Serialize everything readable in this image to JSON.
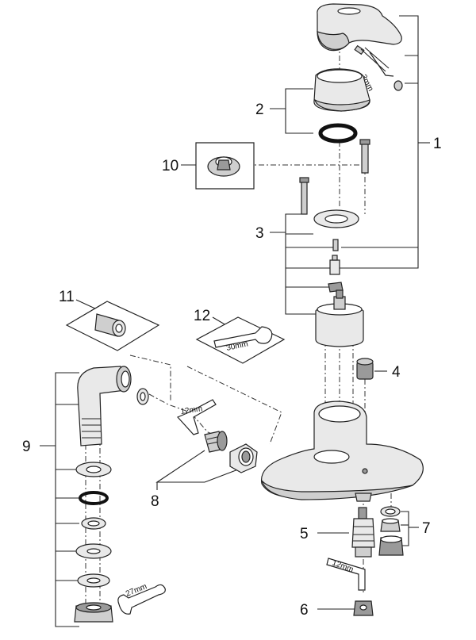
{
  "callouts": [
    {
      "id": "1",
      "label": "1"
    },
    {
      "id": "2",
      "label": "2"
    },
    {
      "id": "3",
      "label": "3"
    },
    {
      "id": "4",
      "label": "4"
    },
    {
      "id": "5",
      "label": "5"
    },
    {
      "id": "6",
      "label": "6"
    },
    {
      "id": "7",
      "label": "7"
    },
    {
      "id": "8",
      "label": "8"
    },
    {
      "id": "9",
      "label": "9"
    },
    {
      "id": "10",
      "label": "10"
    },
    {
      "id": "11",
      "label": "11"
    },
    {
      "id": "12",
      "label": "12"
    }
  ],
  "tool_labels": {
    "hex_3mm": "3mm",
    "spanner_30mm": "30mm",
    "hex_12mm_left": "12mm",
    "hex_12mm_right": "12mm",
    "spanner_27mm": "27mm"
  }
}
